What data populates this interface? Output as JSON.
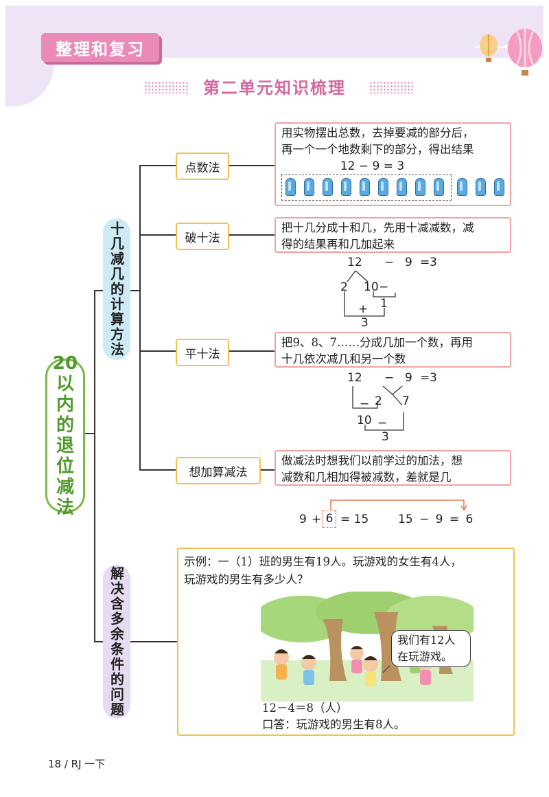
{
  "header": {
    "badge": "整理和复习",
    "title": "第二单元知识梳理"
  },
  "main_topic": [
    "20",
    "以",
    "内",
    "的",
    "退",
    "位",
    "减",
    "法"
  ],
  "section1": {
    "label": "十几减几的计算方法"
  },
  "section2": {
    "label": "解决含多余条件的问题"
  },
  "methods": [
    {
      "name": "点数法",
      "desc": [
        "用实物摆出总数，去掉要减的部分后，",
        "再一个一个地数剩下的部分，得出结果"
      ],
      "equation": "12 − 9 = 3"
    },
    {
      "name": "破十法",
      "desc": [
        "把十几分成十和几，先用十减减数，减",
        "得的结果再和几加起来"
      ],
      "eq": {
        "a": "12",
        "op": "−",
        "b": "9",
        "eq": "=",
        "r": "3",
        "p1": "2",
        "p2": "10",
        "minus": "−",
        "step1": "1",
        "plus": "+",
        "step2": "3"
      }
    },
    {
      "name": "平十法",
      "desc": [
        "把9、8、7……分成几加一个数，再用",
        "十几依次减几和另一个数"
      ],
      "eq": {
        "a": "12",
        "op": "−",
        "b": "9",
        "eq": "=",
        "r": "3",
        "p1": "2",
        "p2": "7",
        "minus1": "−",
        "step1": "10",
        "minus2": "−",
        "step2": "3"
      }
    },
    {
      "name": "想加算减法",
      "desc": [
        "做减法时想我们以前学过的加法，想",
        "减数和几相加得被减数，差就是几"
      ],
      "add": {
        "a": "9",
        "plus": "+",
        "b": "6",
        "eq": "= 15"
      },
      "sub": "15 − 9 = 6"
    }
  ],
  "example": {
    "question": [
      "示例：一（1）班的男生有19人。玩游戏的女生有4人，",
      "玩游戏的男生有多少人？"
    ],
    "speech": [
      "我们有12人",
      "在玩游戏。"
    ],
    "answer1": "12－4＝8（人）",
    "answer2": "口答：玩游戏的男生有8人。"
  },
  "footer": "18 / RJ 一下",
  "colors": {
    "accent_pink": "#e98ab8",
    "title_pink": "#d567a0",
    "green": "#7ab84a",
    "yellow": "#f0c14c",
    "red_border": "#eea3a3"
  }
}
